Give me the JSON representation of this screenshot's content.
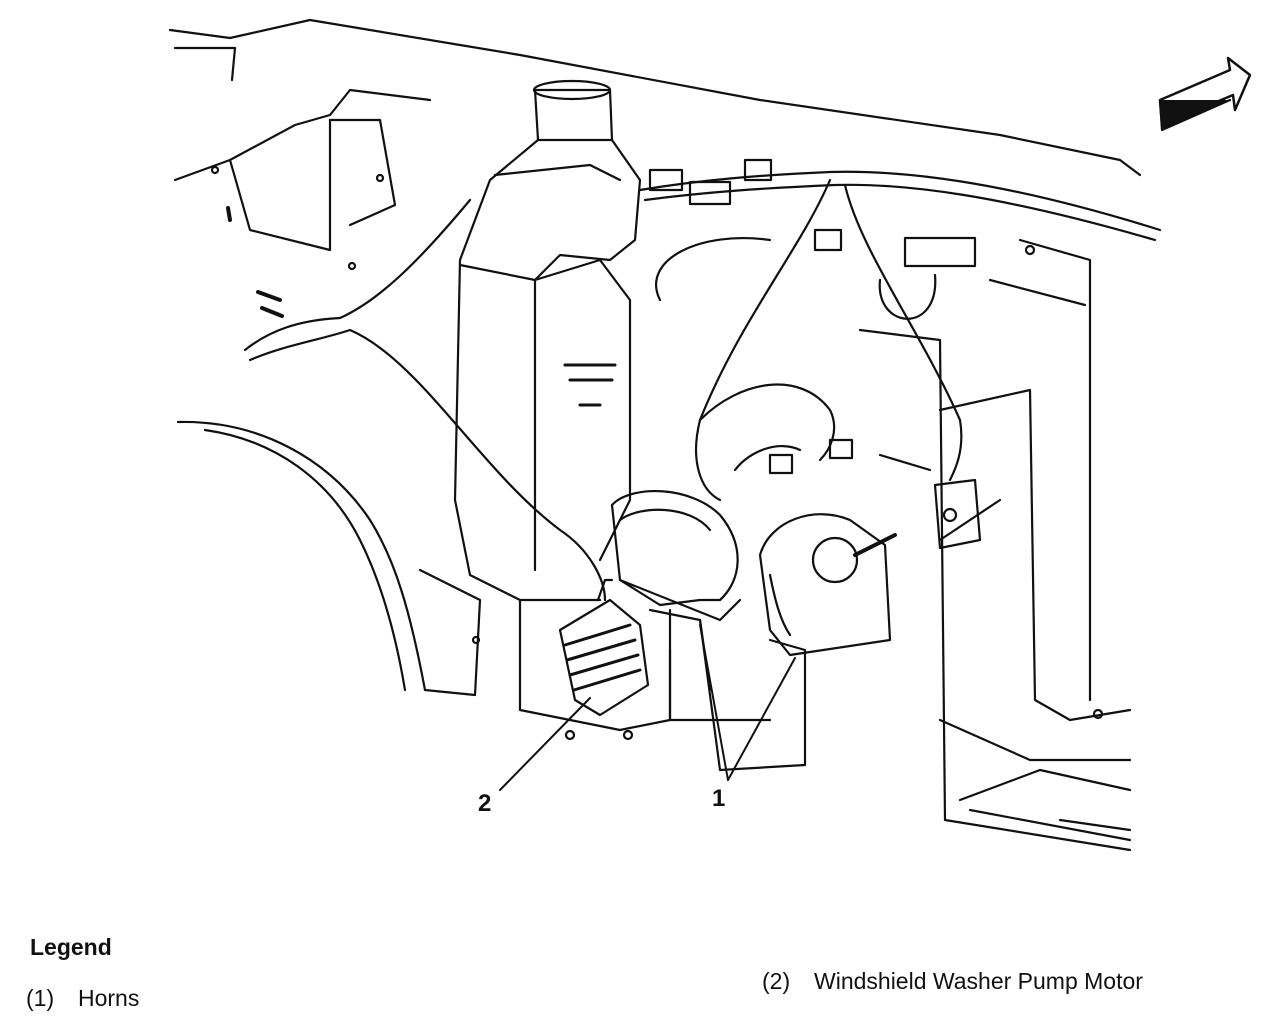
{
  "callouts": {
    "horns": "1",
    "washer_pump": "2"
  },
  "legend": {
    "title": "Legend",
    "items": [
      {
        "number": "(1)",
        "label": "Horns"
      },
      {
        "number": "(2)",
        "label": "Windshield Washer Pump Motor"
      }
    ]
  },
  "colors": {
    "ink": "#111111",
    "paper": "#ffffff"
  },
  "icons": [
    "front-direction-arrow-icon"
  ]
}
